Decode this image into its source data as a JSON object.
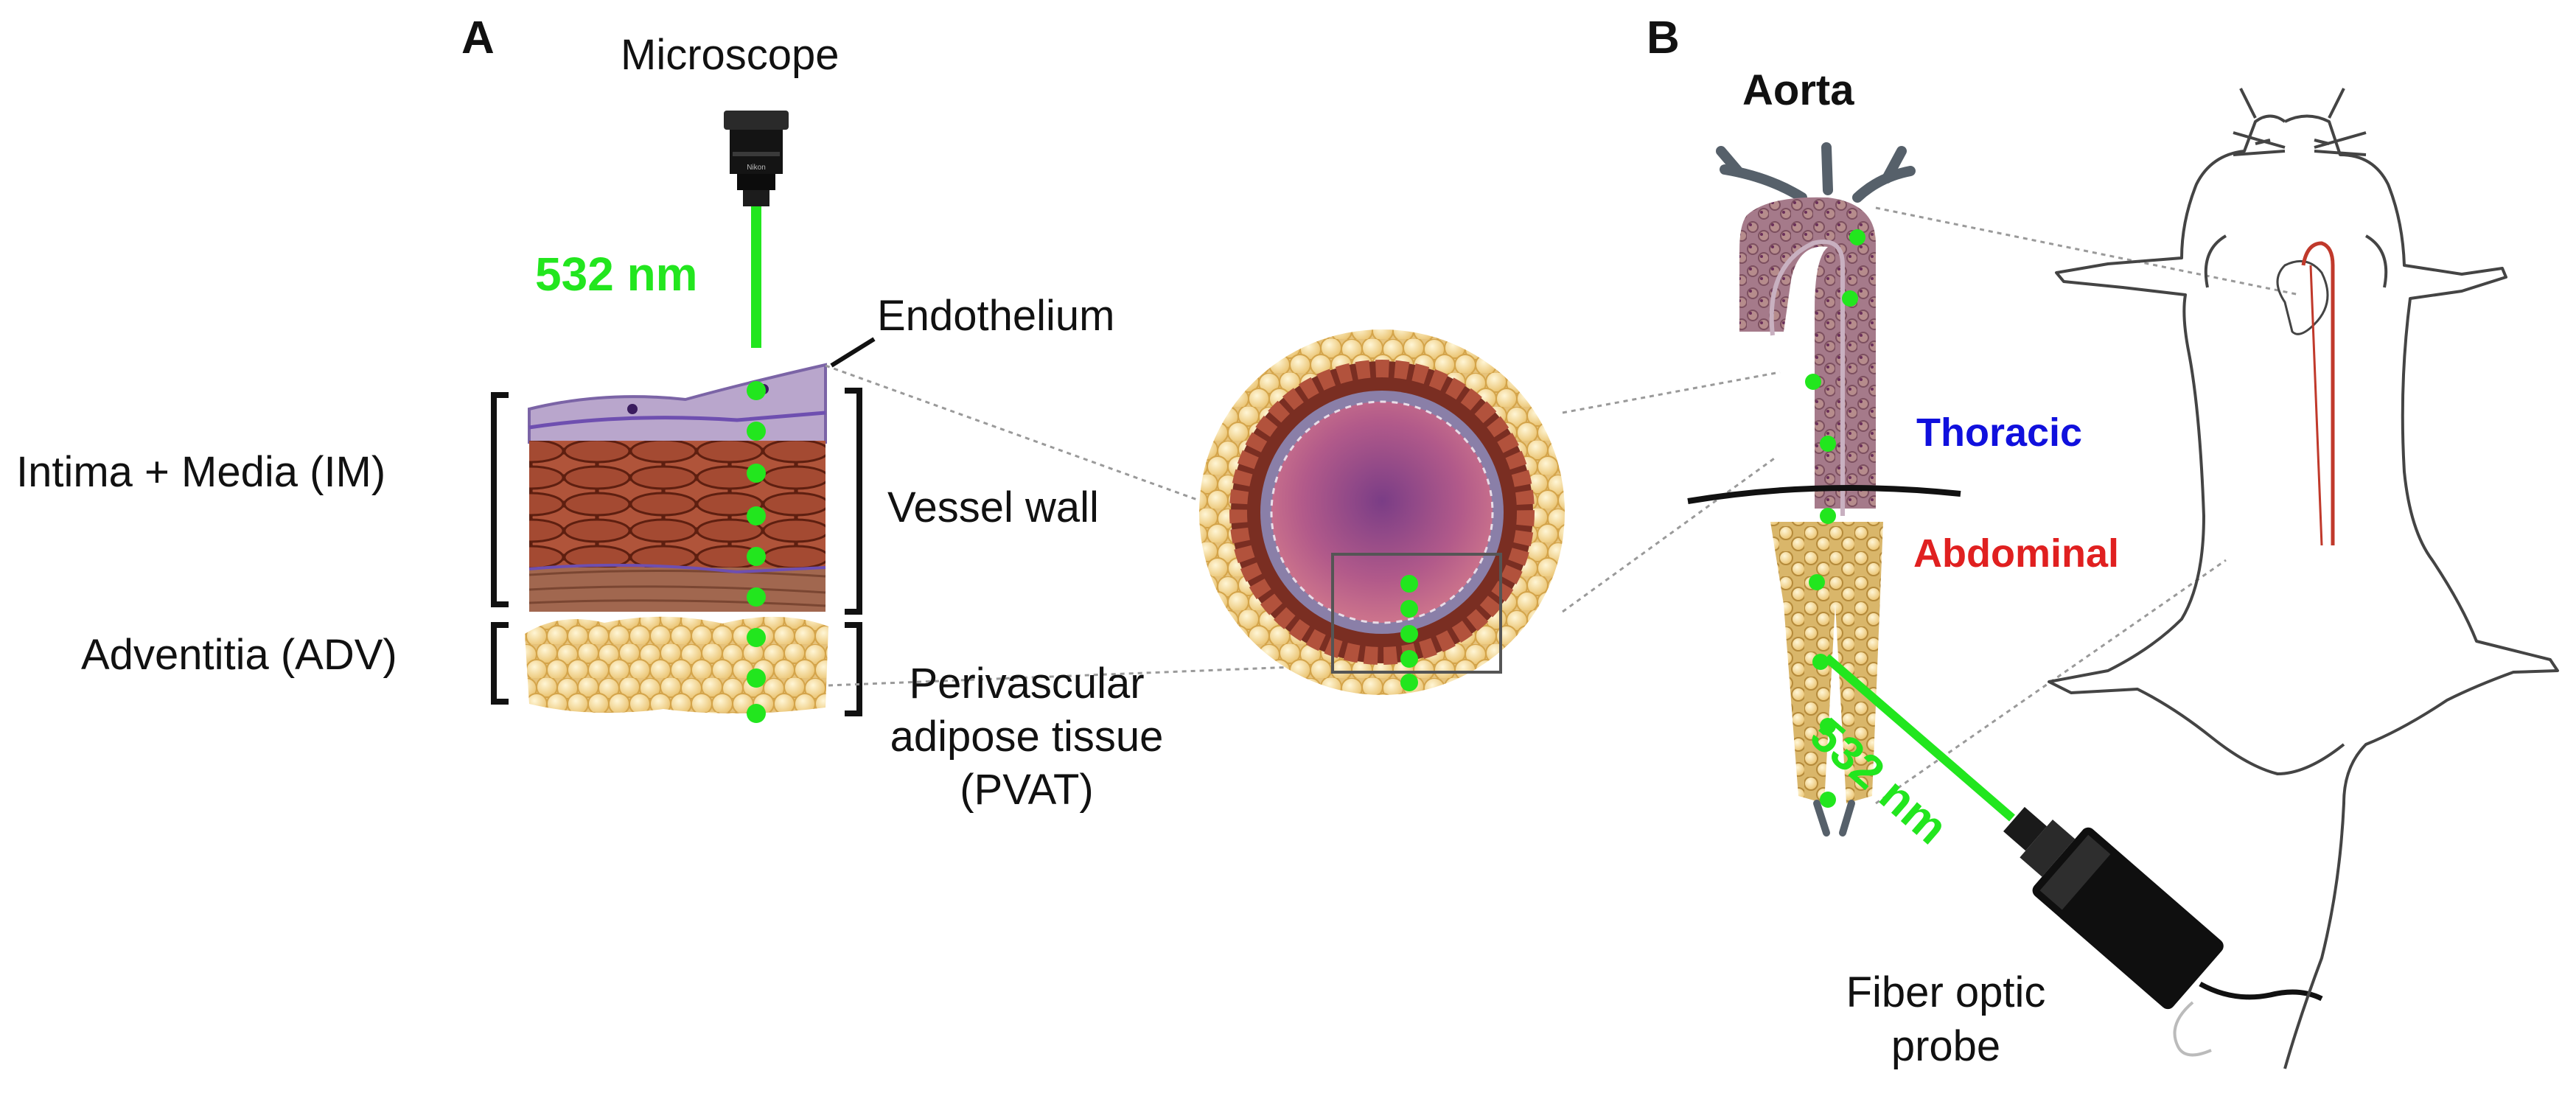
{
  "panels": {
    "a": "A",
    "b": "B"
  },
  "panel_a": {
    "microscope": "Microscope",
    "wavelength": "532 nm",
    "endothelium": "Endothelium",
    "intima_media": "Intima + Media (IM)",
    "vessel_wall": "Vessel wall",
    "adventitia": "Adventitia (ADV)",
    "pvat_lines": [
      "Perivascular",
      "adipose tissue",
      "(PVAT)"
    ],
    "microscope_logo": "Nikon"
  },
  "panel_b": {
    "aorta": "Aorta",
    "thoracic": "Thoracic",
    "abdominal": "Abdominal",
    "wavelength": "532 nm",
    "probe_lines": [
      "Fiber optic",
      "probe"
    ]
  },
  "colors": {
    "laser_green": "#22e61e",
    "thoracic_blue": "#1010dd",
    "abdominal_red": "#e02020",
    "fat_yellow": "#f6d98a",
    "vessel_red": "#8b3a2a",
    "aorta_purple": "#9a6e86"
  },
  "icons": [
    "microscope-objective-icon",
    "fiber-optic-probe-icon",
    "rat-outline-icon"
  ]
}
